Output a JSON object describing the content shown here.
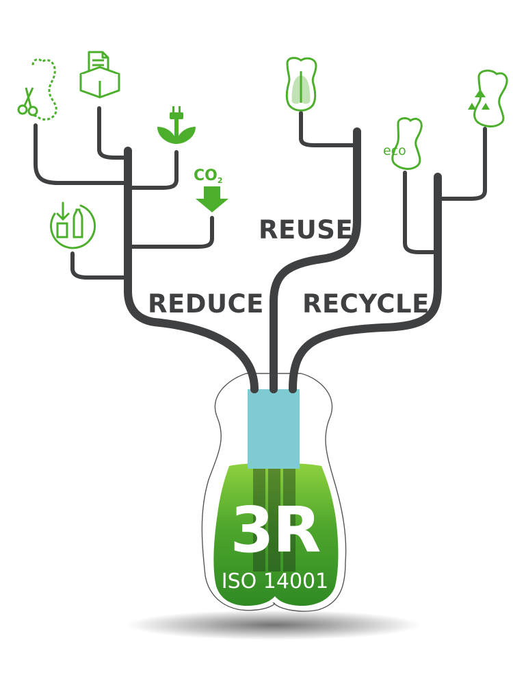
{
  "labels": {
    "reduce": "REDUCE",
    "reuse": "REUSE",
    "recycle": "RECYCLE"
  },
  "bottle": {
    "title": "3R",
    "subtitle": "ISO 14001"
  },
  "icons": {
    "co2_text": "CO",
    "co2_sub": "2",
    "eco_text": "eco"
  },
  "colors": {
    "branch": "#3f4042",
    "green": "#4caf2c",
    "cyan": "#7ecbd2",
    "bottle_green": "#3c9b27"
  }
}
